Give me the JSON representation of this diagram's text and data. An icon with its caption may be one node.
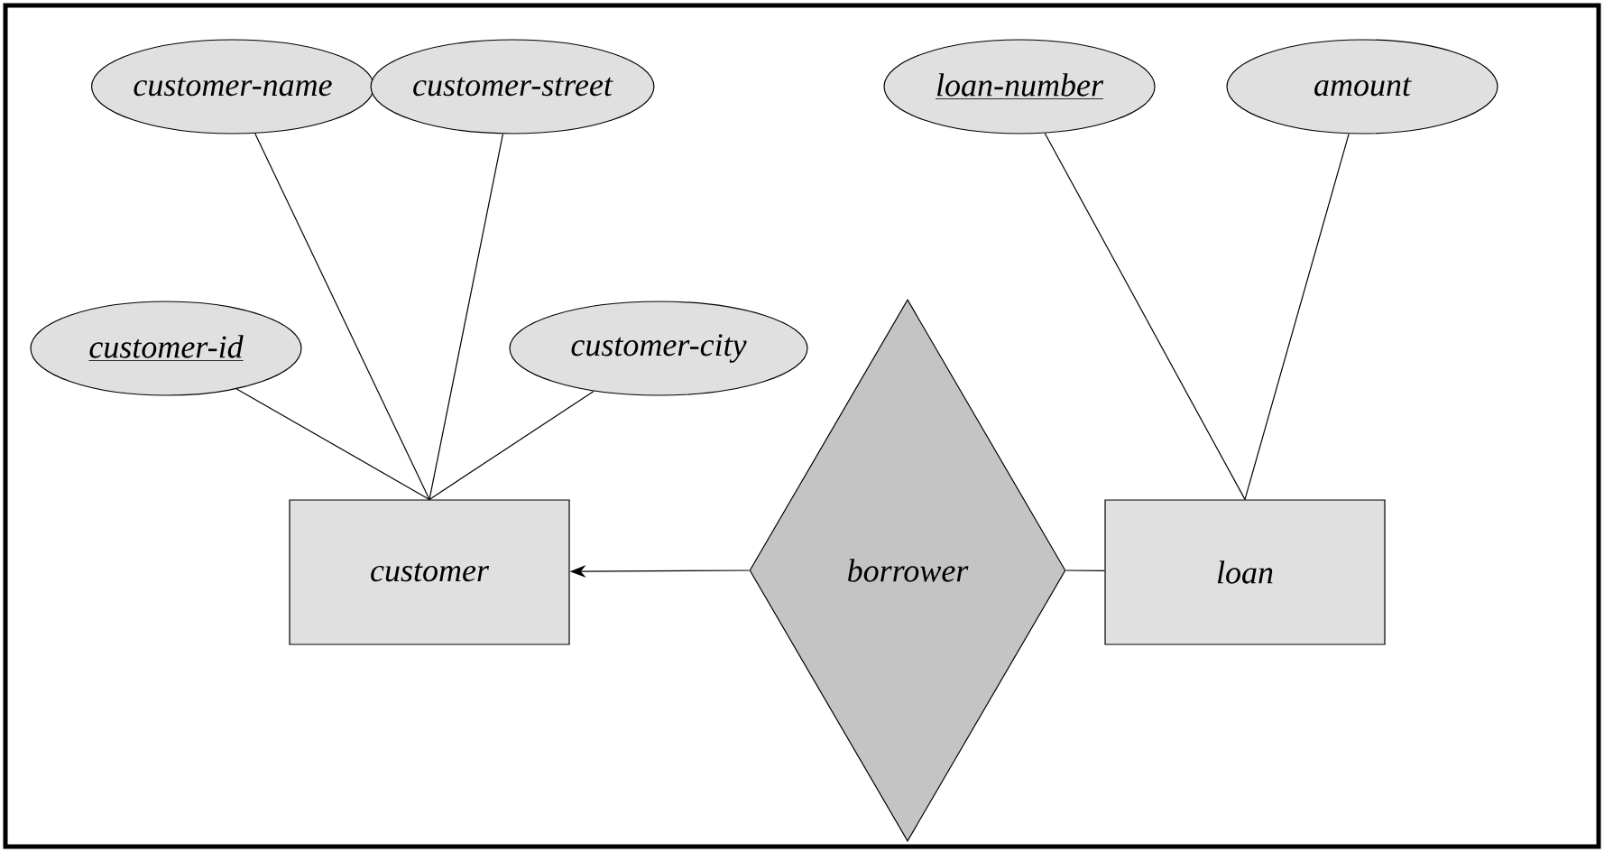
{
  "diagram": {
    "nodes": [
      {
        "text": [
          "customer-name"
        ]
      },
      {
        "text": [
          "customer-street"
        ]
      },
      {
        "text": [
          "customer-id"
        ]
      },
      {
        "text": [
          "customer-city"
        ]
      },
      {
        "text": [
          "customer"
        ]
      },
      {
        "text": [
          "borrower"
        ]
      },
      {
        "text": [
          "loan"
        ]
      },
      {
        "text": [
          "loan-number"
        ]
      },
      {
        "text": [
          "amount"
        ]
      }
    ],
    "edges": [
      {
        "from": 0,
        "to": 4,
        "arrow": "none"
      },
      {
        "from": 1,
        "to": 4,
        "arrow": "none"
      },
      {
        "from": 2,
        "to": 4,
        "arrow": "none"
      },
      {
        "from": 3,
        "to": 4,
        "arrow": "none"
      },
      {
        "from": 5,
        "to": 4,
        "arrow": "to"
      },
      {
        "from": 5,
        "to": 6,
        "arrow": "none"
      },
      {
        "from": 7,
        "to": 6,
        "arrow": "none"
      },
      {
        "from": 8,
        "to": 6,
        "arrow": "none"
      }
    ]
  }
}
